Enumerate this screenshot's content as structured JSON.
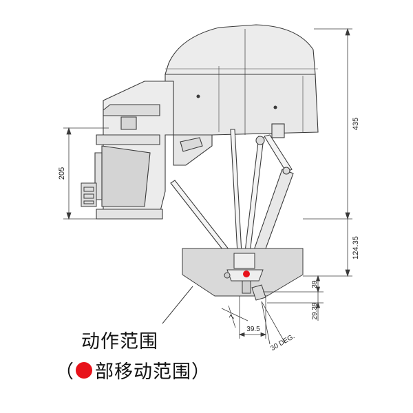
{
  "colors": {
    "body": "#ececec",
    "body_dark": "#d6d6d6",
    "outline": "#3a3a3a",
    "range": "#d9d9d9",
    "accent_red": "#e8121a"
  },
  "dimensions": {
    "height_total": "435",
    "height_base": "205",
    "stroke": "124.35",
    "range_height_1": "39",
    "range_height_2": "29.39",
    "offset_small": "7",
    "width_bottom": "39.5",
    "angle": "30 DEG."
  },
  "caption": {
    "line1": "动作范围",
    "line2_open": "（",
    "line2_text": "部移动范围）"
  }
}
